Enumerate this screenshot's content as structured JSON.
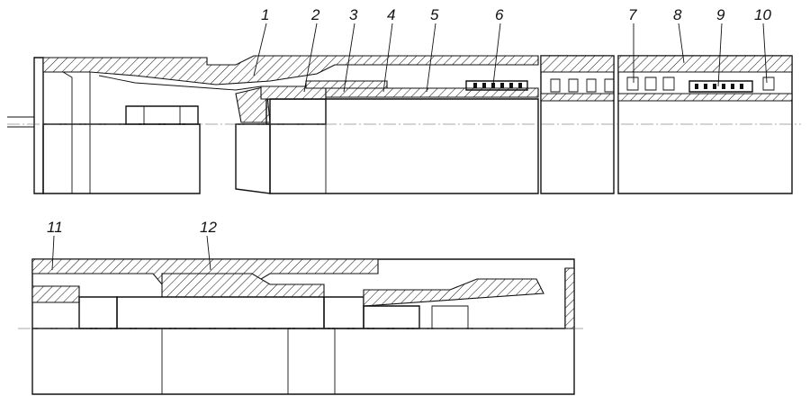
{
  "callouts": [
    "1",
    "2",
    "3",
    "4",
    "5",
    "6",
    "7",
    "8",
    "9",
    "10",
    "11",
    "12"
  ]
}
